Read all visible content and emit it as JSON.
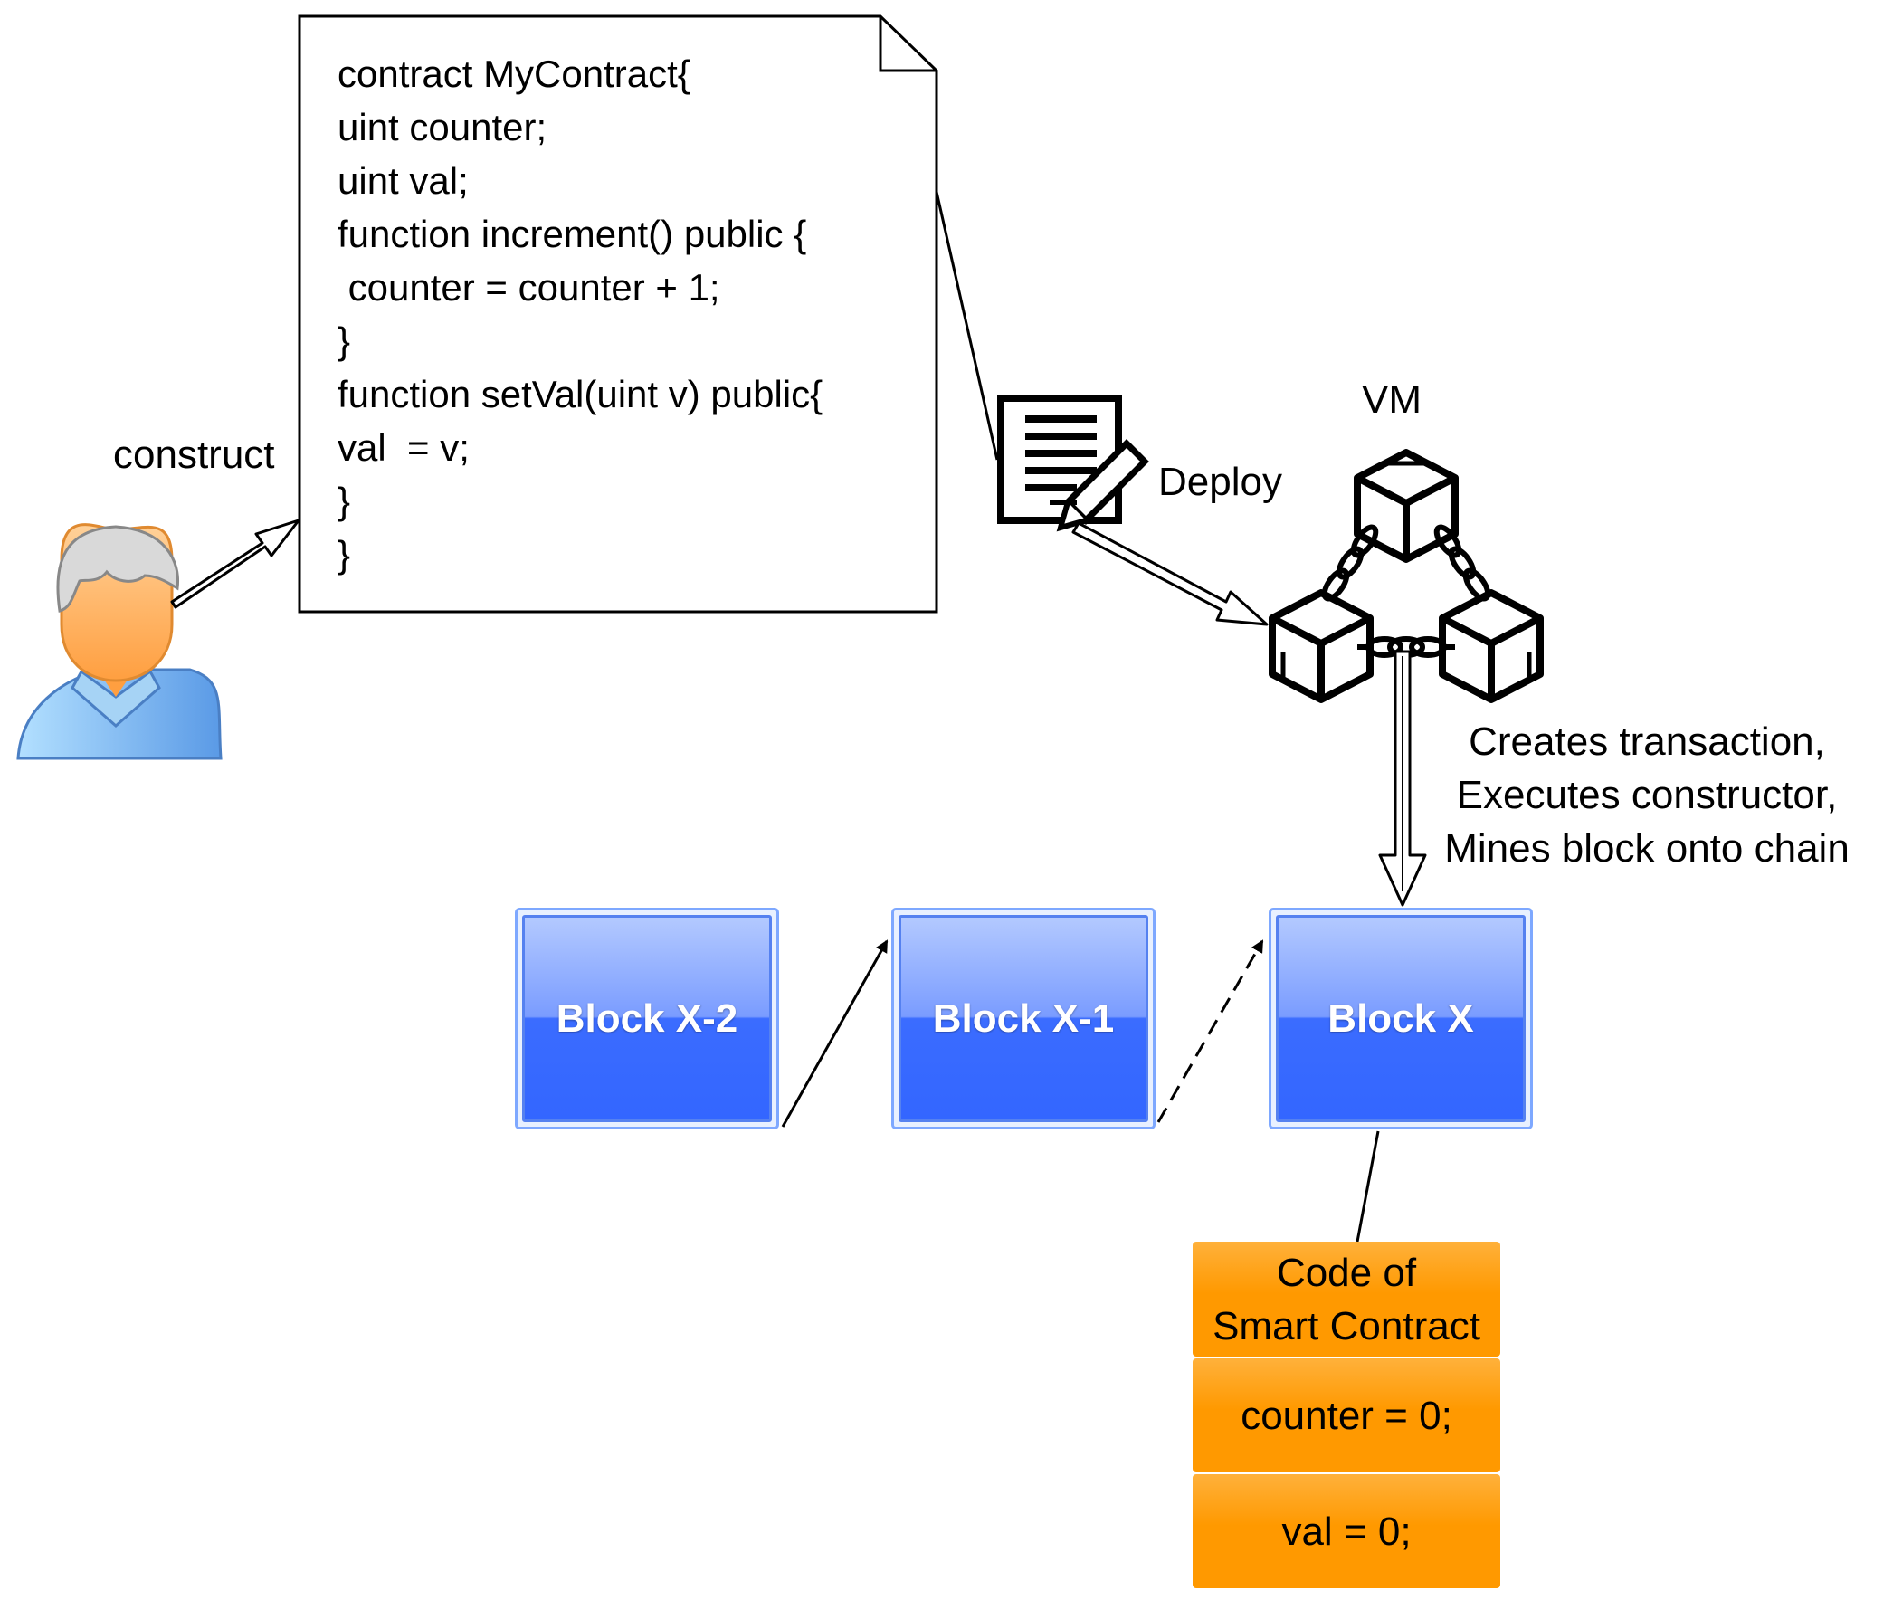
{
  "code_document": {
    "lines": [
      "contract MyContract{",
      "uint counter;",
      "uint val;",
      "function increment() public {",
      " counter = counter + 1;",
      "}",
      "function setVal(uint v) public{",
      "val  = v;",
      "}",
      "}"
    ]
  },
  "labels": {
    "construct": "construct",
    "deploy": "Deploy",
    "vm": "VM",
    "vm_actions": [
      "Creates transaction,",
      "Executes constructor,",
      "Mines block onto chain"
    ]
  },
  "blocks": [
    {
      "label": "Block X-2"
    },
    {
      "label": "Block X-1"
    },
    {
      "label": "Block X"
    }
  ],
  "smart_contract_storage": {
    "title_lines": [
      "Code of",
      "Smart Contract"
    ],
    "counter": "counter = 0;",
    "val": "val = 0;"
  },
  "colors": {
    "block_blue": "#3366ff",
    "storage_orange": "#ff9900",
    "user_skin": "#ffb366",
    "user_shirt": "#7fb8f0",
    "user_hair": "#d9d9d9"
  },
  "icons": {
    "user": "user-icon",
    "deploy": "document-sign-icon",
    "vm": "blockchain-network-icon"
  }
}
